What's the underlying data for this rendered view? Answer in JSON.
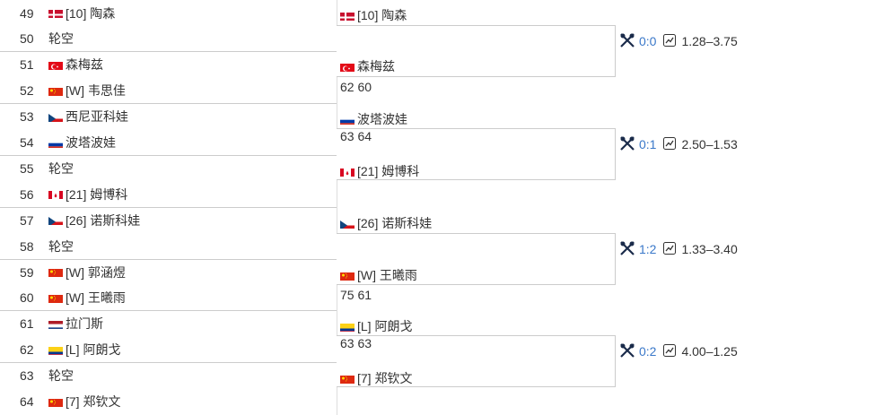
{
  "flags": {
    "dk": {
      "type": "dk",
      "colors": [
        "#c8102e",
        "#ffffff"
      ]
    },
    "tr": {
      "type": "tr",
      "colors": [
        "#e30a17",
        "#ffffff"
      ]
    },
    "cn": {
      "type": "cn",
      "colors": [
        "#de2910",
        "#ffde00"
      ]
    },
    "cz": {
      "type": "cz",
      "colors": [
        "#ffffff",
        "#d7141a",
        "#11457e"
      ]
    },
    "ru": {
      "type": "ru",
      "colors": [
        "#ffffff",
        "#0039a6",
        "#d52b1e"
      ]
    },
    "ca": {
      "type": "ca",
      "colors": [
        "#d80621",
        "#ffffff"
      ]
    },
    "nl": {
      "type": "nl",
      "colors": [
        "#ae1c28",
        "#ffffff",
        "#21468b"
      ]
    },
    "co": {
      "type": "co",
      "colors": [
        "#fcd116",
        "#003893",
        "#ce1126"
      ]
    }
  },
  "draw": [
    {
      "num": "49",
      "flag": "dk",
      "label": "[10] 陶森"
    },
    {
      "num": "50",
      "flag": "",
      "label": "轮空"
    },
    {
      "num": "51",
      "flag": "tr",
      "label": "森梅兹"
    },
    {
      "num": "52",
      "flag": "cn",
      "label": "[W] 韦思佳"
    },
    {
      "num": "53",
      "flag": "cz",
      "label": "西尼亚科娃"
    },
    {
      "num": "54",
      "flag": "ru",
      "label": "波塔波娃"
    },
    {
      "num": "55",
      "flag": "",
      "label": "轮空"
    },
    {
      "num": "56",
      "flag": "ca",
      "label": "[21] 姆博科"
    },
    {
      "num": "57",
      "flag": "cz",
      "label": "[26] 诺斯科娃"
    },
    {
      "num": "58",
      "flag": "",
      "label": "轮空"
    },
    {
      "num": "59",
      "flag": "cn",
      "label": "[W] 郭涵煜"
    },
    {
      "num": "60",
      "flag": "cn",
      "label": "[W] 王曦雨"
    },
    {
      "num": "61",
      "flag": "nl",
      "label": "拉门斯"
    },
    {
      "num": "62",
      "flag": "co",
      "label": "[L] 阿朗戈"
    },
    {
      "num": "63",
      "flag": "",
      "label": "轮空"
    },
    {
      "num": "64",
      "flag": "cn",
      "label": "[7] 郑钦文"
    }
  ],
  "matches": [
    {
      "p1_flag": "dk",
      "p1": "[10] 陶森",
      "p2_flag": "tr",
      "p2": "森梅兹",
      "score": "62 60",
      "score_pos": "bottom",
      "h2h": "0:0",
      "odds": "1.28–3.75"
    },
    {
      "p1_flag": "ru",
      "p1": "波塔波娃",
      "p2_flag": "ca",
      "p2": "[21] 姆博科",
      "score": "63 64",
      "score_pos": "middle",
      "h2h": "0:1",
      "odds": "2.50–1.53"
    },
    {
      "p1_flag": "cz",
      "p1": "[26] 诺斯科娃",
      "p2_flag": "cn",
      "p2": "[W] 王曦雨",
      "score": "75 61",
      "score_pos": "bottom",
      "h2h": "1:2",
      "odds": "1.33–3.40"
    },
    {
      "p1_flag": "co",
      "p1": "[L] 阿朗戈",
      "p2_flag": "cn",
      "p2": "[7] 郑钦文",
      "score": "63 63",
      "score_pos": "middle",
      "h2h": "0:2",
      "odds": "4.00–1.25"
    }
  ],
  "icons": {
    "h2h": "crossed-rackets-icon",
    "odds": "trend-chart-icon"
  }
}
